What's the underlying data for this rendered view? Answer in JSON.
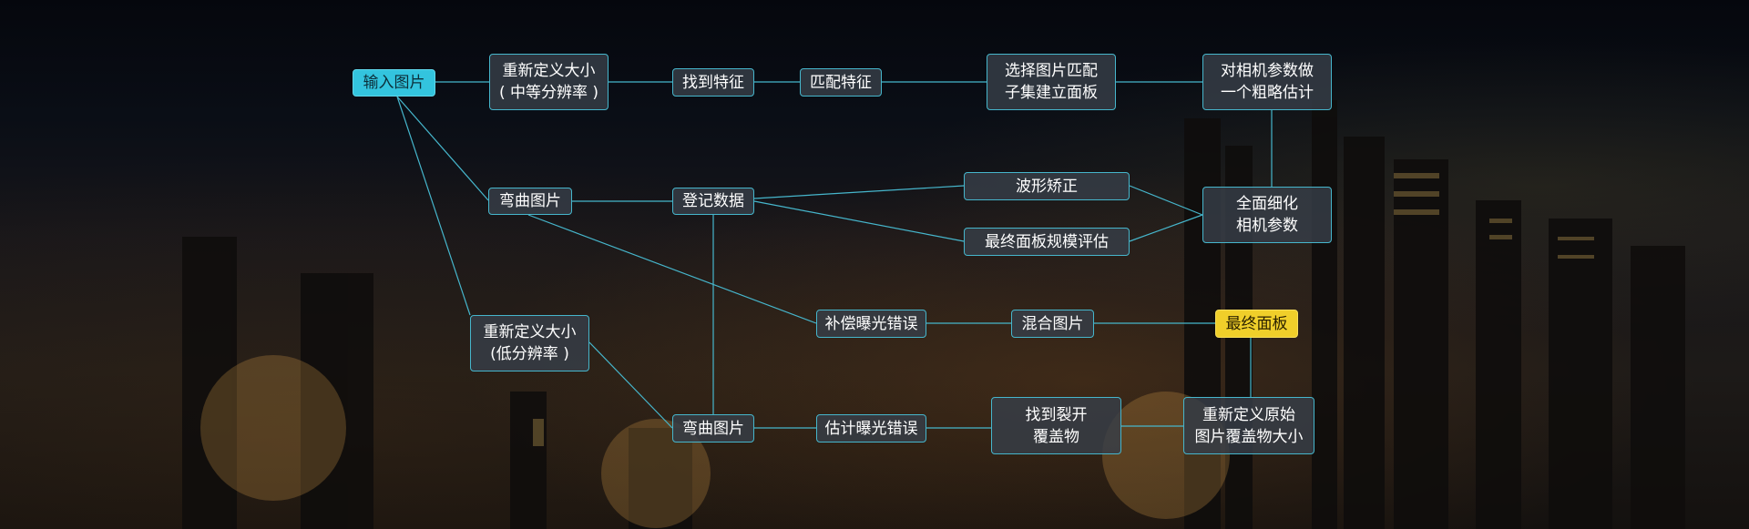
{
  "diagram": {
    "nodes": {
      "input_image": "输入图片",
      "resize_medium": "重新定义大小\n( 中等分辨率 )",
      "find_features": "找到特征",
      "match_features": "匹配特征",
      "select_matches": "选择图片匹配\n子集建立面板",
      "rough_estimate": "对相机参数做\n一个粗略估计",
      "warp_image_top": "弯曲图片",
      "register_data": "登记数据",
      "wave_correction": "波形矫正",
      "final_scale": "最终面板规模评估",
      "refine_params": "全面细化\n相机参数",
      "resize_low": "重新定义大小\n(低分辨率 )",
      "compensate_exposure": "补偿曝光错误",
      "blend_images": "混合图片",
      "final_panorama": "最终面板",
      "warp_image_bottom": "弯曲图片",
      "estimate_exposure": "估计曝光错误",
      "find_seams": "找到裂开\n覆盖物",
      "resize_original": "重新定义原始\n图片覆盖物大小"
    },
    "colors": {
      "line": "#46b6cc",
      "node_fill": "#373e48",
      "input_fill": "#33c4de",
      "final_fill": "#f0cf2a"
    }
  }
}
